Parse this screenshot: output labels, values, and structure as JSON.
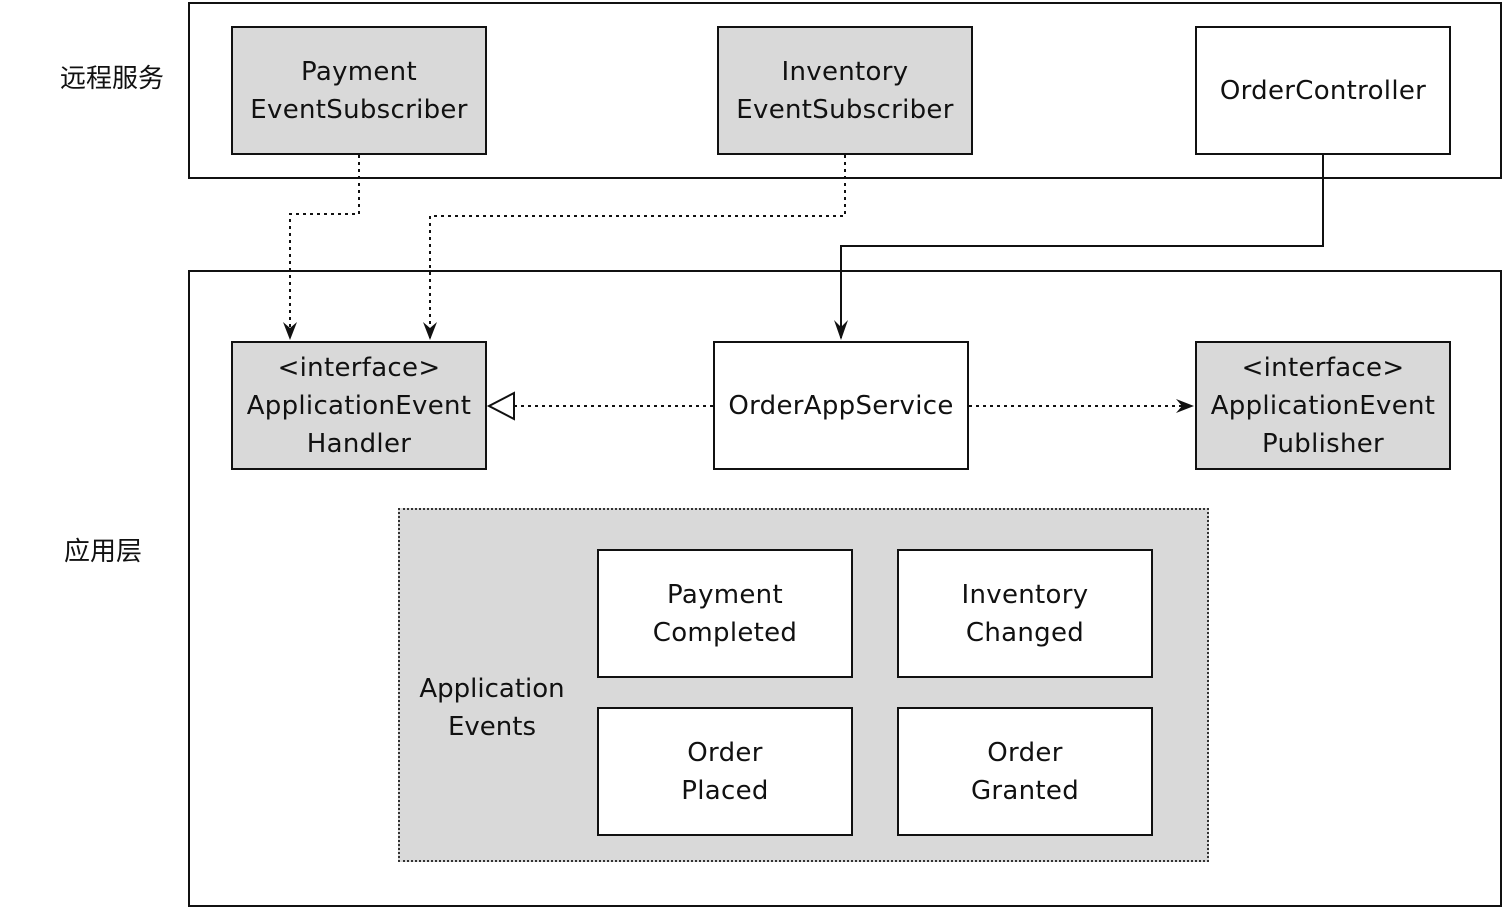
{
  "layers": {
    "remote_label": "远程服务",
    "app_label": "应用层"
  },
  "remote": {
    "payment_subscriber": [
      "Payment",
      "EventSubscriber"
    ],
    "inventory_subscriber": [
      "Inventory",
      "EventSubscriber"
    ],
    "order_controller": [
      "OrderController"
    ]
  },
  "application": {
    "event_handler": [
      "<interface>",
      "ApplicationEvent",
      "Handler"
    ],
    "order_app_service": [
      "OrderAppService"
    ],
    "event_publisher": [
      "<interface>",
      "ApplicationEvent",
      "Publisher"
    ]
  },
  "events": {
    "group_label": [
      "Application",
      "Events"
    ],
    "payment_completed": [
      "Payment",
      "Completed"
    ],
    "inventory_changed": [
      "Inventory",
      "Changed"
    ],
    "order_placed": [
      "Order",
      "Placed"
    ],
    "order_granted": [
      "Order",
      "Granted"
    ]
  },
  "colors": {
    "shaded_fill": "#d9d9d9",
    "stroke": "#111111",
    "background": "#ffffff"
  }
}
